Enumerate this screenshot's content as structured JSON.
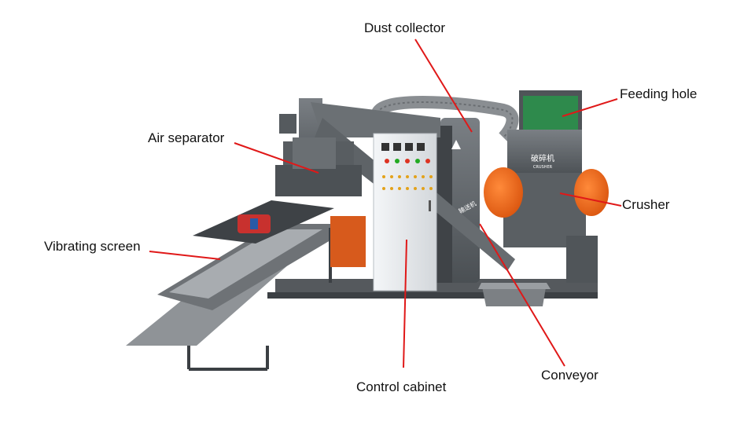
{
  "labels": {
    "dust_collector": "Dust collector",
    "feeding_hole": "Feeding hole",
    "air_separator": "Air separator",
    "crusher": "Crusher",
    "vibrating_screen": "Vibrating screen",
    "control_cabinet": "Control cabinet",
    "conveyor": "Conveyor"
  },
  "machine_text": {
    "crusher_cn": "破碎机",
    "crusher_en": "CRUSHER",
    "conveyor_cn": "输送机"
  },
  "colors": {
    "leader_line": "#e01818",
    "machine_grey": "#5f6468",
    "orange_flywheel": "#f06a1a",
    "green_hopper": "#2e8a4c",
    "cabinet": "#e9ecef"
  }
}
